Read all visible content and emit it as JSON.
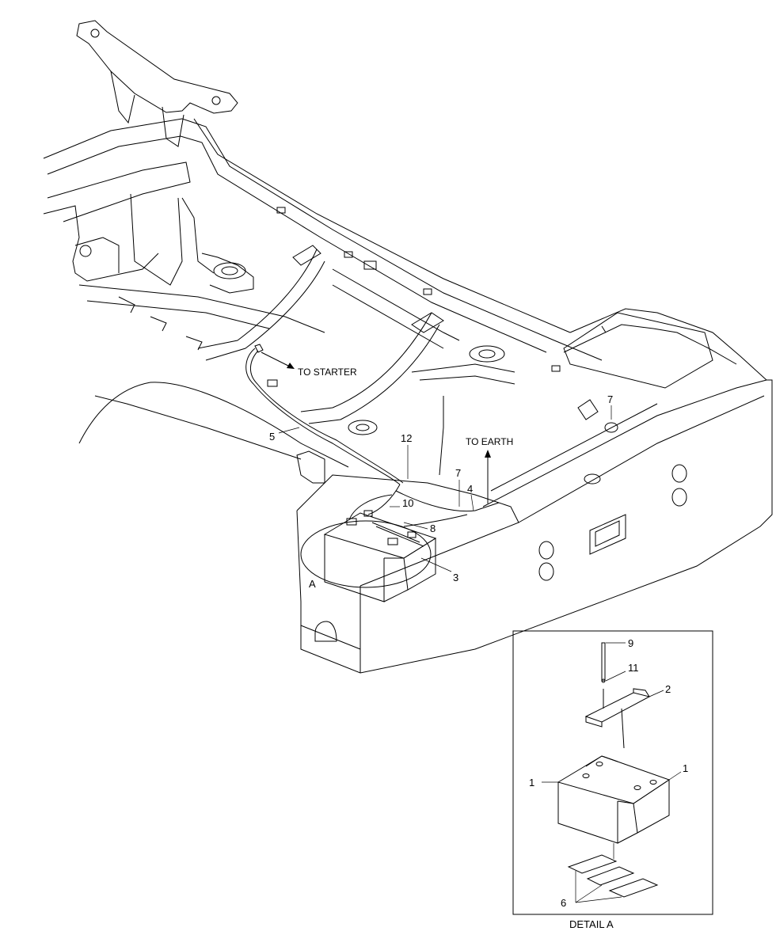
{
  "annotations": {
    "to_starter": "TO STARTER",
    "to_earth": "TO EARTH",
    "detail_marker": "A",
    "detail_caption": "DETAIL A"
  },
  "callouts": {
    "c1a": "1",
    "c1b": "1",
    "c2": "2",
    "c3": "3",
    "c4": "4",
    "c5": "5",
    "c6": "6",
    "c7a": "7",
    "c7b": "7",
    "c8": "8",
    "c9": "9",
    "c10": "10",
    "c11": "11",
    "c12": "12"
  }
}
